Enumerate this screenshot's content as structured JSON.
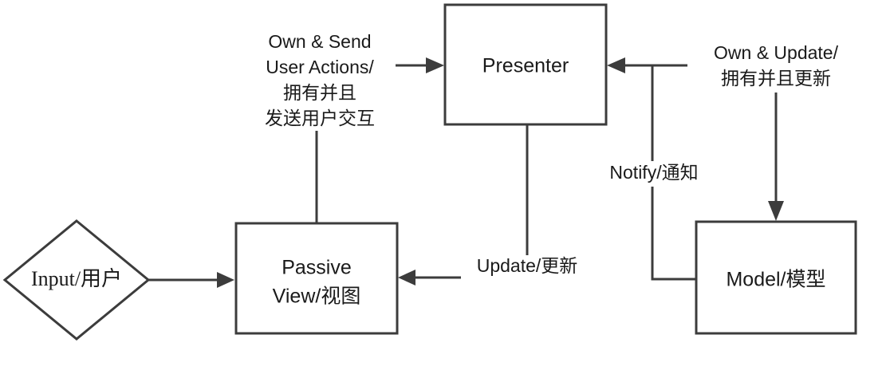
{
  "diagram": {
    "title": "Model View Presenter (Passive View) architecture diagram",
    "colors": {
      "stroke": "#3c3c3c",
      "text": "#1a1a1a",
      "background": "#ffffff"
    },
    "nodes": {
      "input": {
        "shape": "diamond",
        "label": "Input/用户"
      },
      "passive_view": {
        "shape": "rectangle",
        "label_line1": "Passive",
        "label_line2": "View/视图"
      },
      "presenter": {
        "shape": "rectangle",
        "label": "Presenter"
      },
      "model": {
        "shape": "rectangle",
        "label": "Model/模型"
      }
    },
    "edges": {
      "input_to_view": {
        "label": "",
        "from": "input",
        "to": "passive_view"
      },
      "view_to_presenter": {
        "label_line1": "Own & Send",
        "label_line2": "User Actions/",
        "label_line3": "拥有并且",
        "label_line4": "发送用户交互",
        "from": "passive_view",
        "to": "presenter"
      },
      "presenter_to_view": {
        "label": "Update/更新",
        "from": "presenter",
        "to": "passive_view"
      },
      "model_to_presenter": {
        "label": "Notify/通知",
        "from": "model",
        "to": "presenter"
      },
      "presenter_to_model": {
        "label_line1": "Own & Update/",
        "label_line2": "拥有并且更新",
        "from": "presenter",
        "to": "model"
      }
    }
  }
}
